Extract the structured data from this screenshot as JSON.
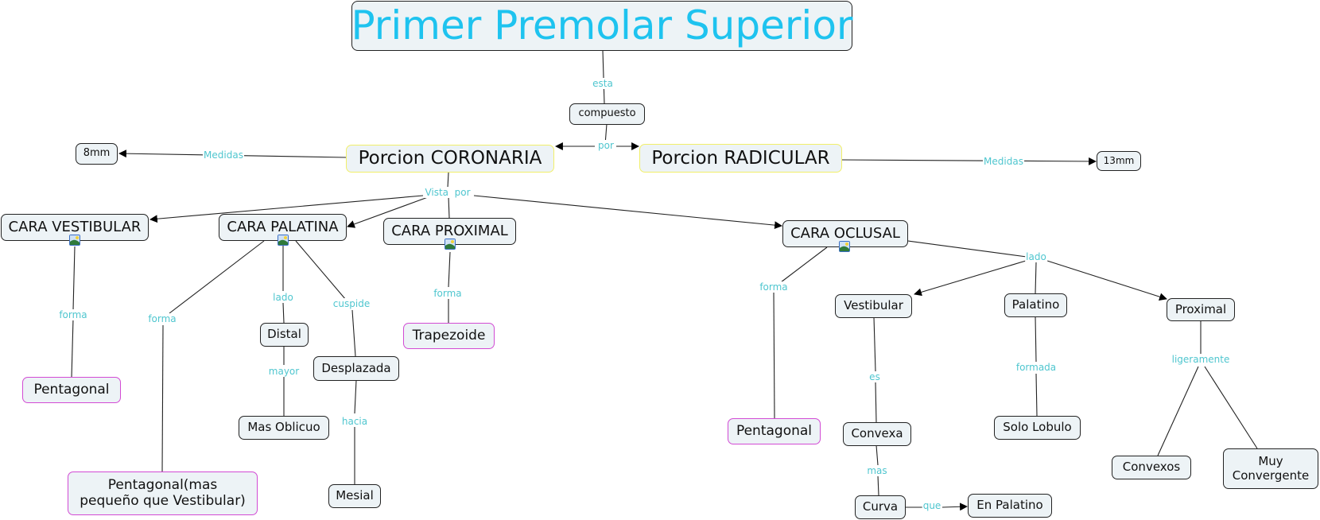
{
  "title": "Primer Premolar Superior",
  "nodes": {
    "compuesto": "compuesto",
    "coronaria": "Porcion CORONARIA",
    "radicular": "Porcion RADICULAR",
    "mm8": "8mm",
    "mm13": "13mm",
    "cara_vestibular": "CARA VESTIBULAR",
    "cara_palatina": "CARA PALATINA",
    "cara_proximal": "CARA PROXIMAL",
    "cara_oclusal": "CARA OCLUSAL",
    "pentagonal_vest": "Pentagonal",
    "pentagonal_pal_line1": "Pentagonal(mas",
    "pentagonal_pal_line2": "pequeño que Vestibular)",
    "distal": "Distal",
    "mas_oblicuo": "Mas Oblicuo",
    "desplazada": "Desplazada",
    "mesial": "Mesial",
    "trapezoide": "Trapezoide",
    "pentagonal_ocl": "Pentagonal",
    "vestibular": "Vestibular",
    "palatino": "Palatino",
    "proximal": "Proximal",
    "convexa": "Convexa",
    "curva": "Curva",
    "en_palatino": "En Palatino",
    "solo_lobulo": "Solo Lobulo",
    "convexos": "Convexos",
    "muy_convergente_line1": "Muy",
    "muy_convergente_line2": "Convergente"
  },
  "links": {
    "esta": "esta",
    "por": "por",
    "medidas_left": "Medidas",
    "medidas_right": "Medidas",
    "vista_por": "Vista  por",
    "forma_vest": "forma",
    "forma_pal": "forma",
    "lado_pal": "lado",
    "cuspide": "cuspide",
    "mayor": "mayor",
    "hacia": "hacia",
    "forma_prox": "forma",
    "forma_ocl": "forma",
    "lado_ocl": "lado",
    "es": "es",
    "mas": "mas",
    "que": "que",
    "formada": "formada",
    "ligeramente": "ligeramente"
  },
  "colors": {
    "title_text": "#1ec3ef",
    "link_label": "#4fc6cf",
    "node_fill": "#edf3f6",
    "highlight_border_yellow": "#f1ef6a",
    "highlight_border_pink": "#d24bd4"
  }
}
